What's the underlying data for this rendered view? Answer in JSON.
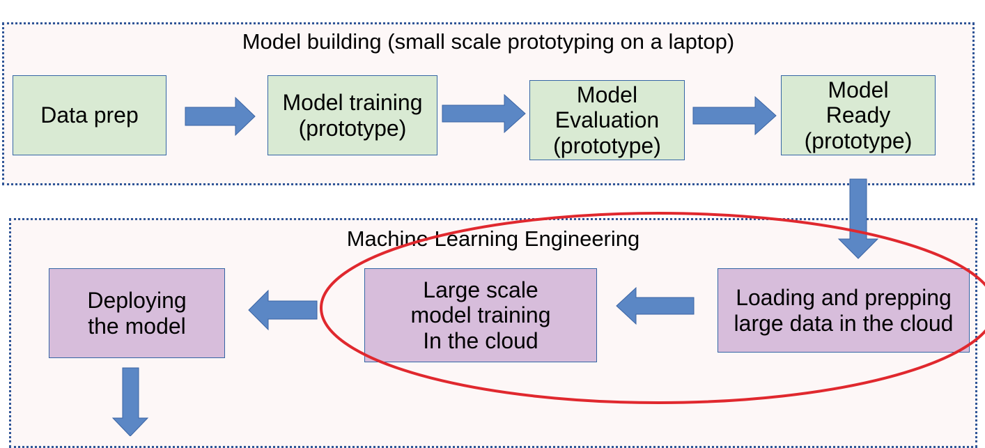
{
  "panels": {
    "top": {
      "title": "Model building (small scale prototyping on a laptop)",
      "boxes": [
        {
          "lines": [
            "Data prep"
          ]
        },
        {
          "lines": [
            "Model training",
            "(prototype)"
          ]
        },
        {
          "lines": [
            "Model",
            "Evaluation",
            "(prototype)"
          ]
        },
        {
          "lines": [
            "Model",
            "Ready",
            "(prototype)"
          ]
        }
      ]
    },
    "bottom": {
      "title": "Machine Learning Engineering",
      "boxes": [
        {
          "lines": [
            "Deploying",
            "the model"
          ]
        },
        {
          "lines": [
            "Large scale",
            "model training",
            "In the cloud"
          ]
        },
        {
          "lines": [
            "Loading and prepping",
            "large data in the cloud"
          ]
        }
      ]
    }
  },
  "colors": {
    "panel_border": "#2f5597",
    "panel_fill": "#fdf7f7",
    "top_box_fill": "#d9ead3",
    "bottom_box_fill": "#d7bddb",
    "box_border": "#3465a4",
    "arrow_fill": "#5b87c5",
    "arrow_stroke": "#3a63a3",
    "highlight_ellipse": "#e0282e"
  }
}
